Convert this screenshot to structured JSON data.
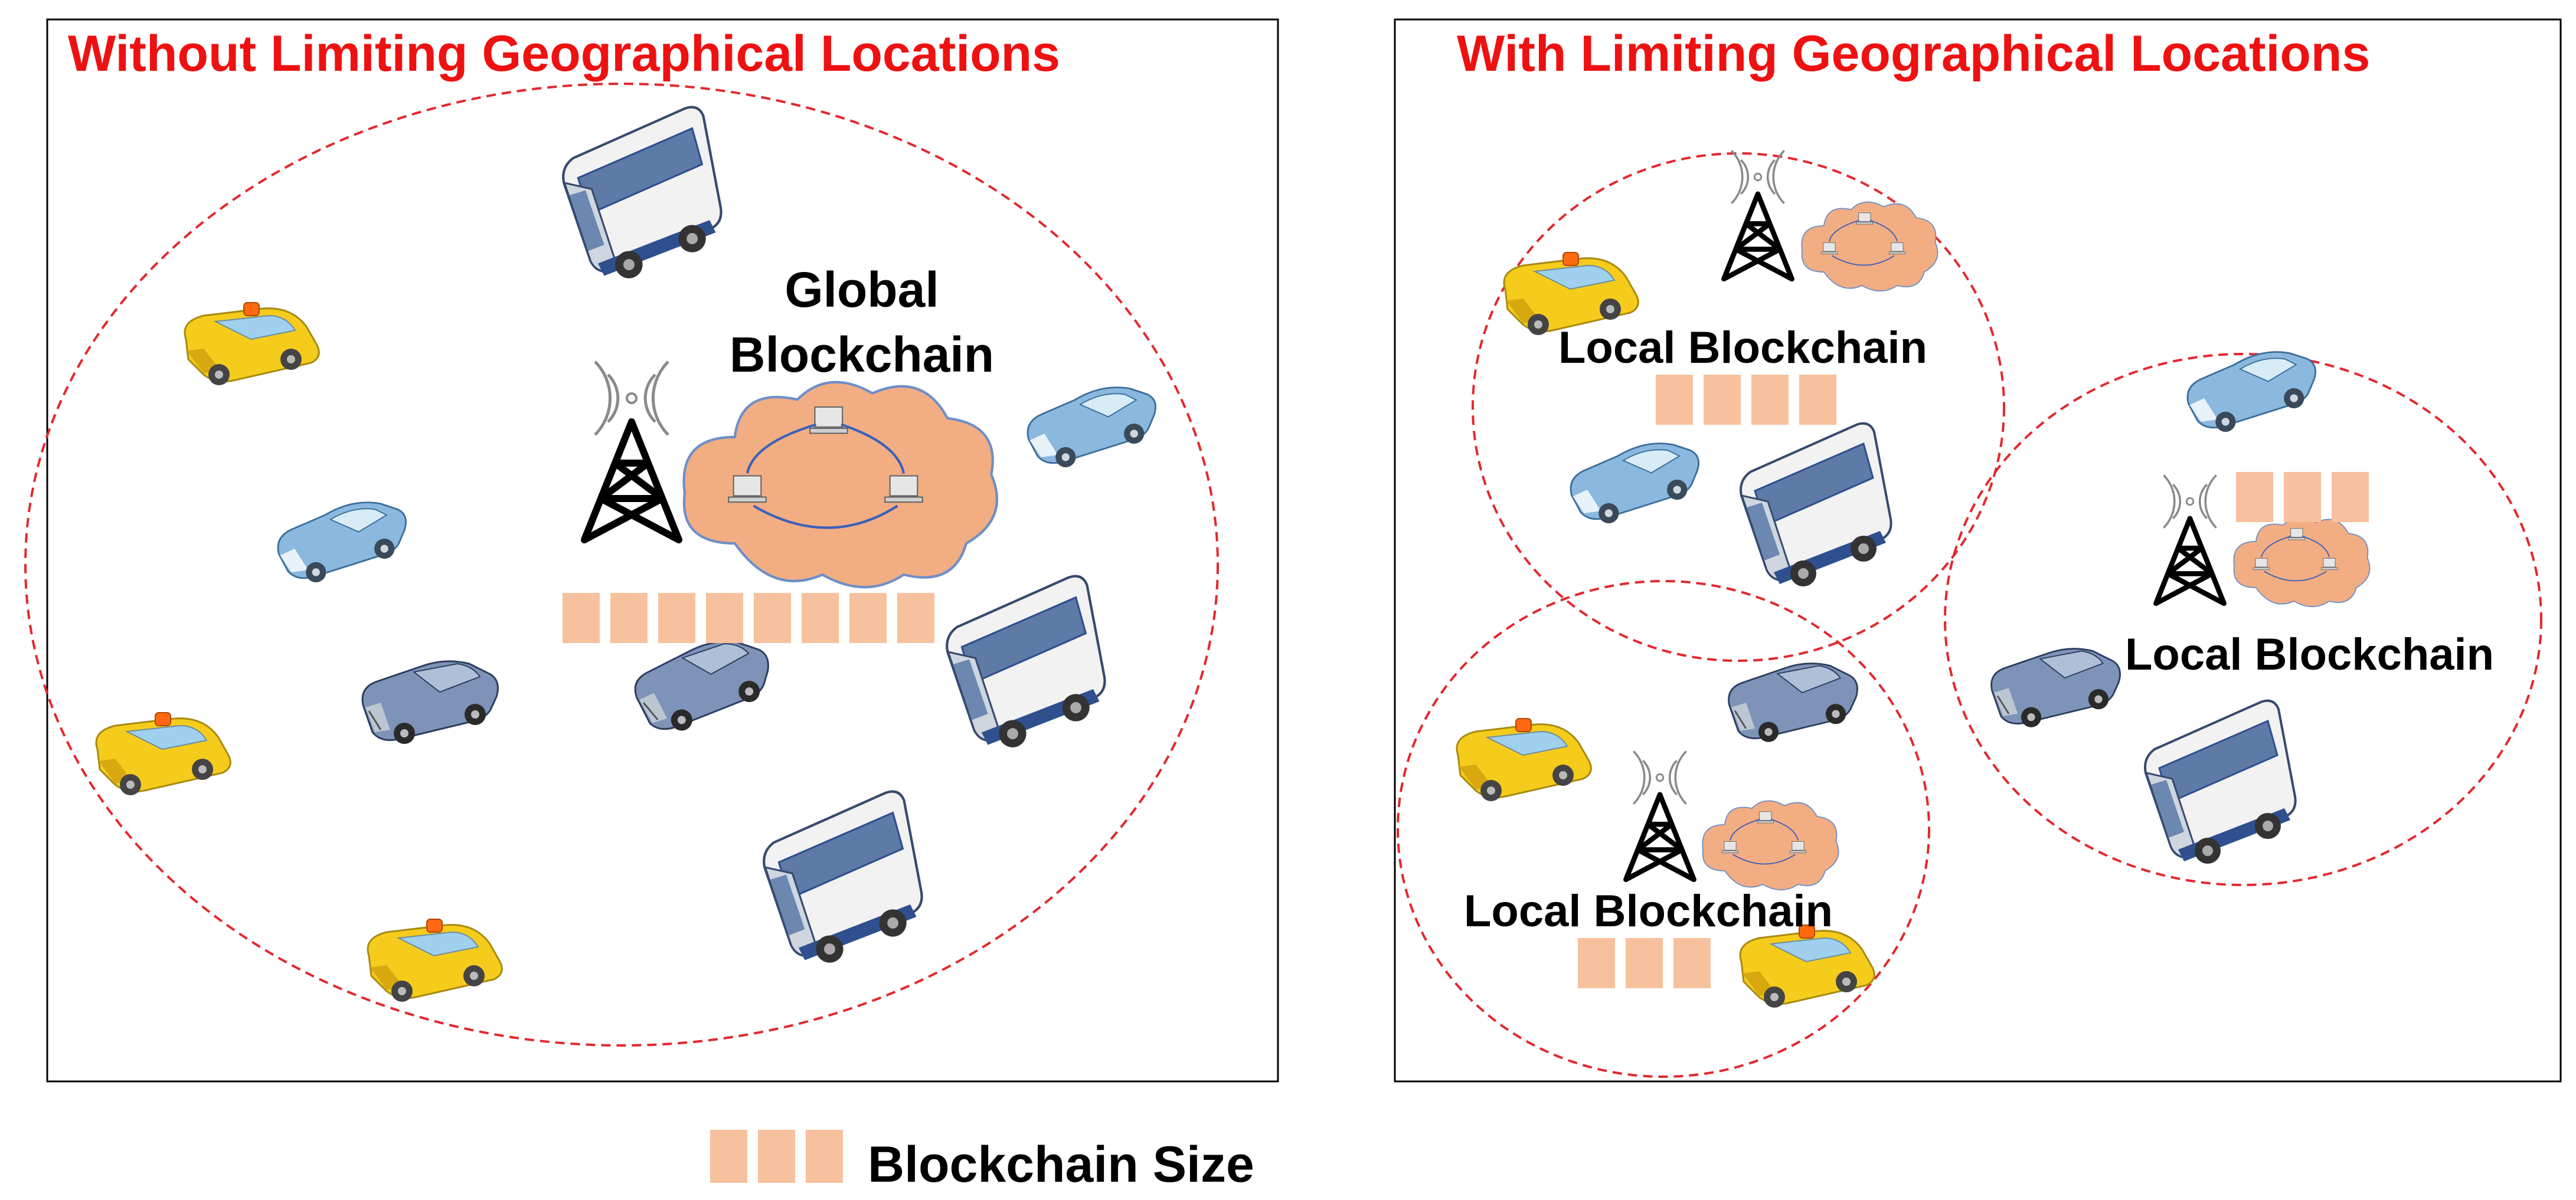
{
  "left_panel": {
    "title": "Without Limiting Geographical Locations",
    "cloud_label_line1": "Global",
    "cloud_label_line2": "Blockchain",
    "block_count": 8
  },
  "right_panel": {
    "title": "With Limiting Geographical Locations",
    "regions": [
      {
        "label": "Local Blockchain",
        "block_count": 4
      },
      {
        "label": "Local Blockchain",
        "block_count": 3
      },
      {
        "label": "Local Blockchain",
        "block_count": 3
      }
    ]
  },
  "legend": {
    "label": "Blockchain Size",
    "block_count": 3
  },
  "colors": {
    "title": "#ee1111",
    "region_outline": "#e2282e",
    "block": "#f7c19d",
    "cloud": "#f3ad83",
    "taxi": "#f5cc1c",
    "car": "#8ab8df",
    "sedan": "#7d93b8",
    "bus_body": "#f2f2f2",
    "bus_accent": "#2f4f8f"
  },
  "icons": [
    "bus-icon",
    "taxi-icon",
    "car-icon",
    "sedan-icon",
    "cell-tower-icon",
    "cloud-icon",
    "computer-icon"
  ]
}
